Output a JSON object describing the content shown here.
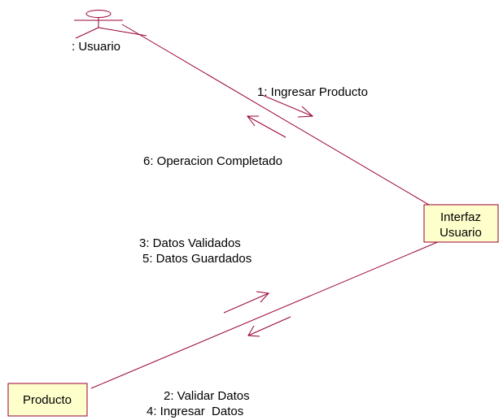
{
  "actor": {
    "label": ": Usuario"
  },
  "objects": {
    "interfaz": {
      "line1": "Interfaz",
      "line2": "Usuario"
    },
    "producto": {
      "label": "Producto"
    }
  },
  "messages": {
    "m1": "1: Ingresar Producto",
    "m6": "6: Operacion Completado",
    "m3": "3: Datos Validados",
    "m5": "5: Datos Guardados",
    "m2": "2: Validar Datos",
    "m4": "4: Ingresar  Datos"
  },
  "colors": {
    "line": "#990033",
    "box_fill": "#ffffcc"
  }
}
